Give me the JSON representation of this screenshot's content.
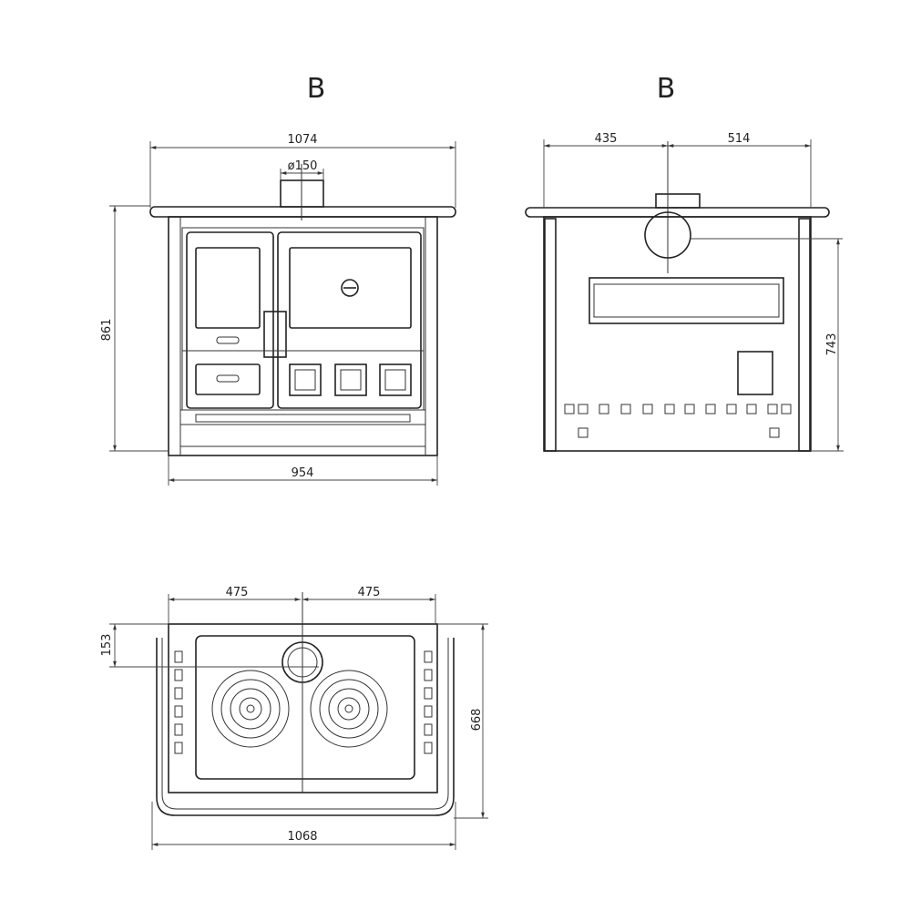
{
  "views": {
    "front": {
      "label": "B",
      "width_total": "1074",
      "flue_diameter": "ø150",
      "height": "861",
      "body_width": "954"
    },
    "rear": {
      "label": "B",
      "flue_left": "435",
      "flue_right": "514",
      "flue_height": "743"
    },
    "top": {
      "left_half": "475",
      "right_half": "475",
      "flue_depth": "153",
      "depth": "668",
      "width": "1068"
    }
  },
  "colors": {
    "line": "#222222",
    "background": "#ffffff"
  }
}
